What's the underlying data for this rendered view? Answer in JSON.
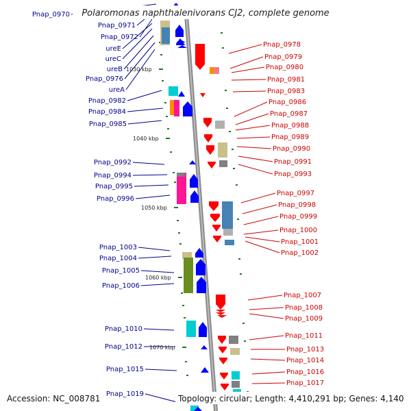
{
  "title": "Polaromonas naphthalenivorans CJ2, complete genome",
  "accession": "Accession: NC_008781",
  "topology": "Topology: circular; Length: 4,410,291 bp; Genes: 4,140",
  "colors": {
    "forward_label": "#00008b",
    "reverse_label": "#cc0000",
    "forward_arrow": "#0000ff",
    "reverse_arrow": "#ff0000",
    "backbone": "#8a8a8a",
    "tick": "#1a7a1a",
    "cog_khaki": "#c9c08a",
    "cog_steelblue": "#4682b4",
    "cog_cyan": "#00ced1",
    "cog_orange": "#ff8c00",
    "cog_magenta": "#ff1493",
    "cog_gray": "#808080",
    "cog_olive": "#6b8e23",
    "cog_silver": "#b0b0b0",
    "cog_lightred": "#f08080"
  },
  "kbp_markers": [
    "1030 kbp",
    "1040 kbp",
    "1050 kbp",
    "1060 kbp",
    "1070 kbp"
  ],
  "forward_genes": [
    "Pnap_0970",
    "Pnap_0971",
    "Pnap_0972",
    "ureE",
    "ureC",
    "ureB",
    "Pnap_0976",
    "ureA",
    "Pnap_0982",
    "Pnap_0984",
    "Pnap_0985",
    "Pnap_0992",
    "Pnap_0994",
    "Pnap_0995",
    "Pnap_0996",
    "Pnap_1003",
    "Pnap_1004",
    "Pnap_1005",
    "Pnap_1006",
    "Pnap_1010",
    "Pnap_1012",
    "Pnap_1015",
    "Pnap_1019"
  ],
  "reverse_genes": [
    "Pnap_0978",
    "Pnap_0979",
    "Pnap_0980",
    "Pnap_0981",
    "Pnap_0983",
    "Pnap_0986",
    "Pnap_0987",
    "Pnap_0988",
    "Pnap_0989",
    "Pnap_0990",
    "Pnap_0991",
    "Pnap_0993",
    "Pnap_0997",
    "Pnap_0998",
    "Pnap_0999",
    "Pnap_1000",
    "Pnap_1001",
    "Pnap_1002",
    "Pnap_1007",
    "Pnap_1008",
    "Pnap_1009",
    "Pnap_1011",
    "Pnap_1013",
    "Pnap_1014",
    "Pnap_1016",
    "Pnap_1017"
  ]
}
